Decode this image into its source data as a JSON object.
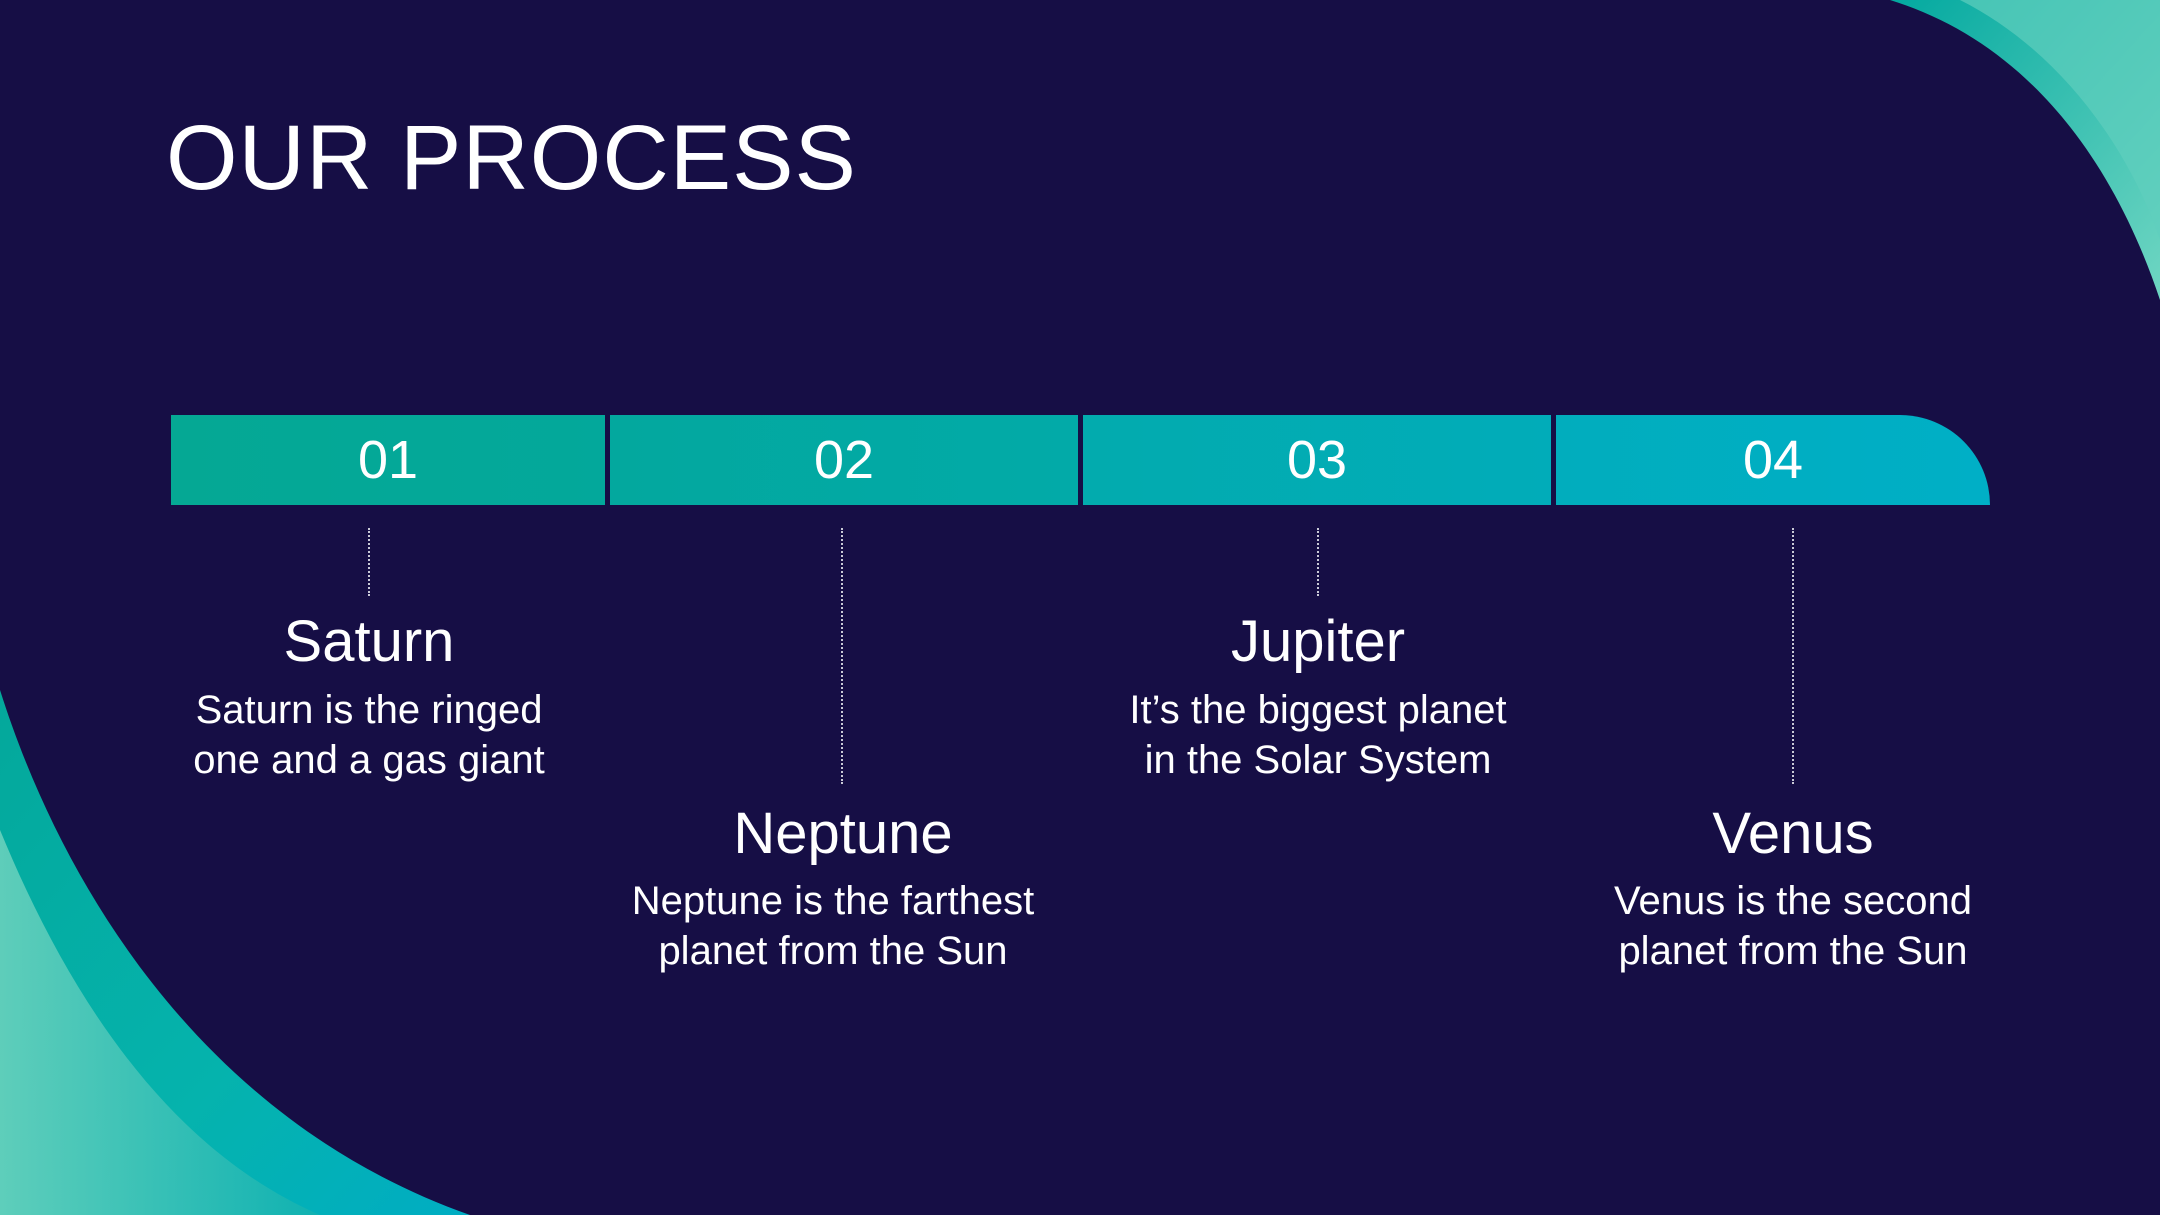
{
  "title": "OUR PROCESS",
  "colors": {
    "background": "#160e45",
    "accent_teal": "#03a89b",
    "accent_cyan": "#00afc6",
    "accent_light": "#5fd0b8",
    "text": "#ffffff"
  },
  "steps": [
    {
      "number": "01",
      "title": "Saturn",
      "description": "Saturn is the ringed one and a gas giant"
    },
    {
      "number": "02",
      "title": "Neptune",
      "description": "Neptune is the farthest planet from the Sun"
    },
    {
      "number": "03",
      "title": "Jupiter",
      "description": "It’s the biggest planet in the Solar System"
    },
    {
      "number": "04",
      "title": "Venus",
      "description": "Venus is the second planet from the Sun"
    }
  ]
}
